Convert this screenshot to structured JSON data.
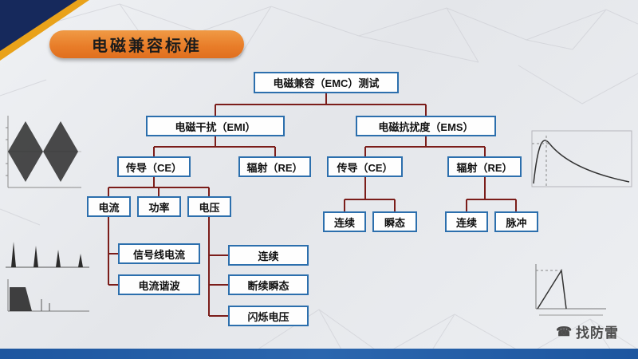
{
  "slide": {
    "title": "电磁兼容标准",
    "footer": {
      "logo_icon": "☎",
      "logo_text": "找防雷"
    },
    "colors": {
      "accent_orange": "#e87c28",
      "box_border_blue": "#2c6fad",
      "connector_maroon": "#7b1d1a",
      "corner_navy": "#16295c",
      "corner_gold": "#e9a21a",
      "footer_bar_blue": "#2b66ae"
    }
  },
  "tree": {
    "root": "电磁兼容（EMC）测试",
    "emi": "电磁干扰（EMI）",
    "ems": "电磁抗扰度（EMS）",
    "emi_ce": "传导（CE）",
    "emi_re": "辐射（RE）",
    "current": "电流",
    "power": "功率",
    "voltage": "电压",
    "signal_line_current": "信号线电流",
    "current_harmonic": "电流谐波",
    "voltage_continuous": "连续",
    "voltage_discontinuous_transient": "断续瞬态",
    "voltage_flicker": "闪烁电压",
    "ems_ce": "传导（CE）",
    "ems_re": "辐射（RE）",
    "ems_ce_continuous": "连续",
    "ems_ce_transient": "瞬态",
    "ems_re_continuous": "连续",
    "ems_re_pulse": "脉冲"
  }
}
